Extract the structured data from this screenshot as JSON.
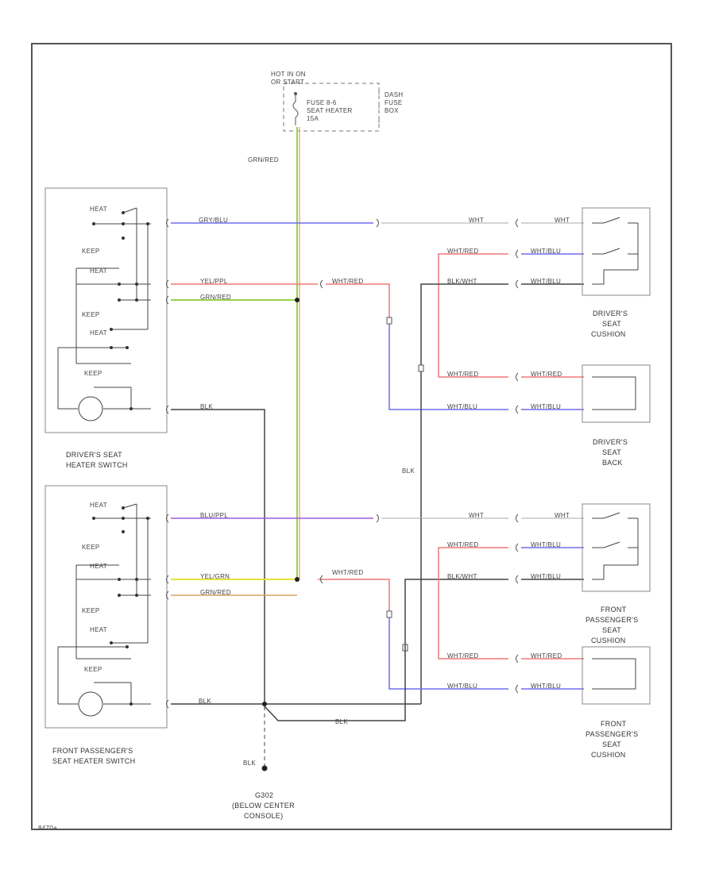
{
  "fuse_box": {
    "hot_label_1": "HOT IN ON",
    "hot_label_2": "OR START",
    "fuse_line_1": "FUSE 8-6",
    "fuse_line_2": "SEAT HEATER",
    "fuse_line_3": "15A",
    "box_line_1": "DASH",
    "box_line_2": "FUSE",
    "box_line_3": "BOX"
  },
  "fuse_wire_color": "GRN/RED",
  "drivers_switch": {
    "heat_1": "HEAT",
    "keep_1": "KEEP",
    "heat_2": "HEAT",
    "keep_2": "KEEP",
    "heat_3": "HEAT",
    "keep_3": "KEEP",
    "caption_1": "DRIVER'S SEAT",
    "caption_2": "HEATER SWITCH"
  },
  "passenger_switch": {
    "heat_1": "HEAT",
    "keep_1": "KEEP",
    "heat_2": "HEAT",
    "keep_2": "KEEP",
    "heat_3": "HEAT",
    "keep_3": "KEEP",
    "caption_1": "FRONT PASSENGER'S",
    "caption_2": "SEAT HEATER SWITCH"
  },
  "drivers_wires": {
    "w1": "GRY/BLU",
    "w2": "YEL/PPL",
    "w3": "GRN/RED",
    "w4": "BLK"
  },
  "passenger_wires": {
    "w1": "BLU/PPL",
    "w2": "YEL/GRN",
    "w3": "GRN/RED",
    "w4": "BLK",
    "w_ground": "BLK"
  },
  "wire_labels": {
    "wht_1": "WHT",
    "wht_2": "WHT",
    "wht_red_1": "WHT/RED",
    "wht_blu_1": "WHT/BLU",
    "blk_wht_1": "BLK/WHT",
    "wht_blu_2": "WHT/BLU",
    "wht_red_top": "WHT/RED",
    "wht_red_2": "WHT/RED",
    "wht_red_3": "WHT/RED",
    "wht_blu_3": "WHT/BLU",
    "wht_blu_4": "WHT/BLU",
    "blk_vert": "BLK",
    "wht_3": "WHT",
    "wht_4": "WHT",
    "wht_red_4": "WHT/RED",
    "wht_blu_5": "WHT/BLU",
    "blk_wht_2": "BLK/WHT",
    "wht_blu_6": "WHT/BLU",
    "wht_red_mid": "WHT/RED",
    "wht_red_5": "WHT/RED",
    "wht_red_6": "WHT/RED",
    "wht_blu_7": "WHT/BLU",
    "wht_blu_8": "WHT/BLU",
    "blk_bottom": "BLK",
    "blk_ground": "BLK"
  },
  "components": {
    "drivers_cushion_1": "DRIVER'S",
    "drivers_cushion_2": "SEAT",
    "drivers_cushion_3": "CUSHION",
    "drivers_back_1": "DRIVER'S",
    "drivers_back_2": "SEAT",
    "drivers_back_3": "BACK",
    "pass_cushion_1": "FRONT",
    "pass_cushion_2": "PASSENGER'S",
    "pass_cushion_3": "SEAT",
    "pass_cushion_4": "CUSHION",
    "pass_back_1": "FRONT",
    "pass_back_2": "PASSENGER'S",
    "pass_back_3": "SEAT",
    "pass_back_4": "CUSHION"
  },
  "ground": {
    "label_1": "G302",
    "label_2": "(BELOW CENTER",
    "label_3": "CONSOLE)"
  },
  "figure_id": "8470a",
  "colors": {
    "frame": "#555555",
    "green_wire": "#9ad14b",
    "blue_wire": "#6f6ff2",
    "red_wire": "#f07878",
    "purple_wire": "#a25adf",
    "yellow_wire": "#e3e33a",
    "black_wire": "#333333",
    "grey_wire": "#aaaaaa"
  }
}
